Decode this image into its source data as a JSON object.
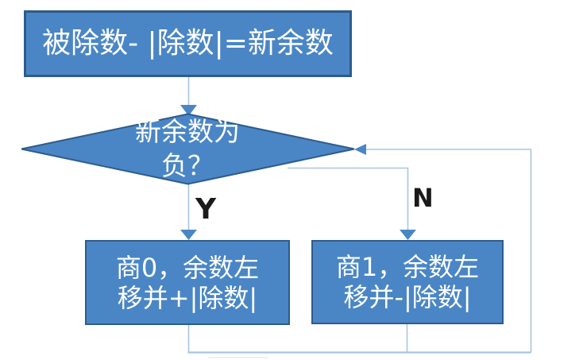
{
  "flowchart": {
    "start_box": {
      "text": "被除数- |除数|=新余数"
    },
    "decision": {
      "line1": "新余数为",
      "line2": "负？"
    },
    "yes_branch": {
      "label": "Y"
    },
    "no_branch": {
      "label": "N"
    },
    "yes_box": {
      "line1": "商0，余数左",
      "line2": "移并+|除数|"
    },
    "no_box": {
      "line1": "商1，余数左",
      "line2": "移并-|除数|"
    }
  },
  "colors": {
    "background": "#FFFFFF",
    "shape_fill": "#4A86C5",
    "shape_border": "#2E5B8C",
    "shape_text": "#FFFFFF",
    "connector": "#A9C4E1",
    "arrowhead": "#4A86C5",
    "label_text": "#1A1A1A"
  }
}
